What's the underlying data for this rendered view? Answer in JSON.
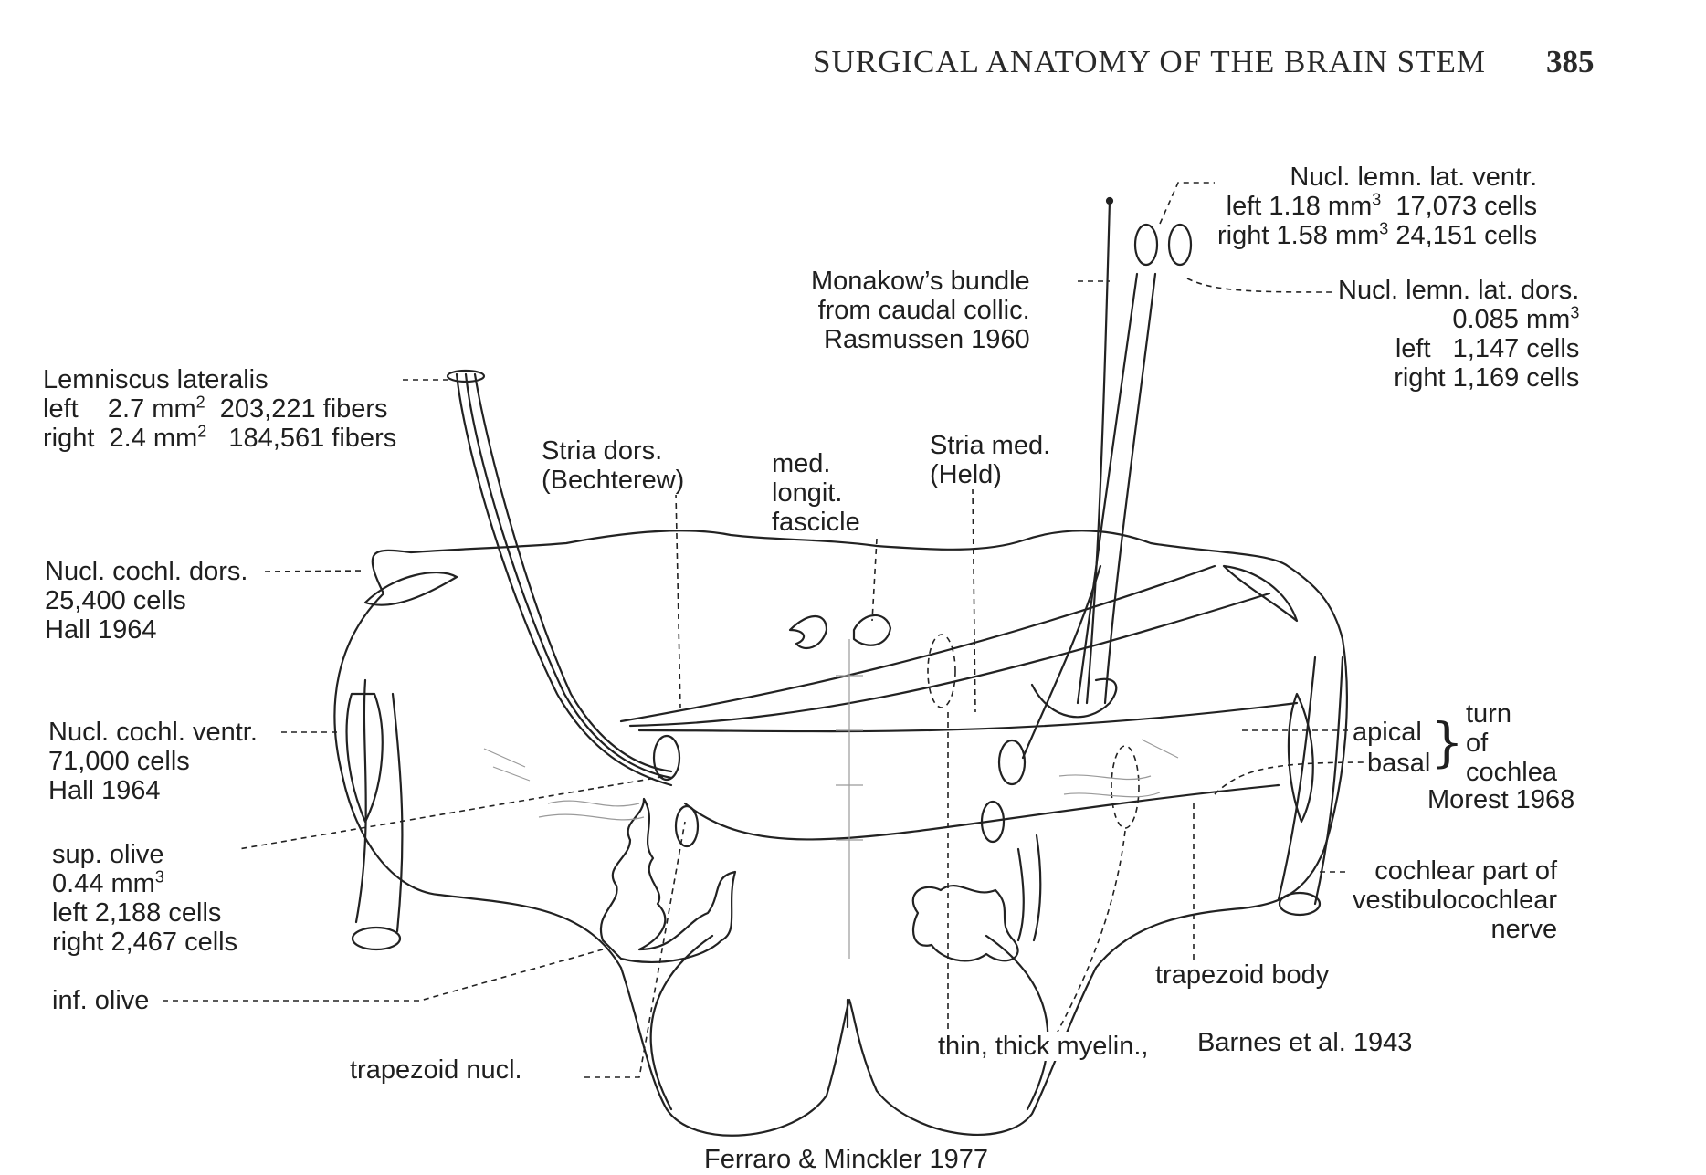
{
  "header": {
    "running_title": "SURGICAL ANATOMY OF THE BRAIN STEM",
    "page_number": "385"
  },
  "labels": {
    "nucl_lemn_lat_ventr": {
      "title": "Nucl. lemn. lat. ventr.",
      "left": "left  1.18 mm",
      "left_cells": "17,073 cells",
      "right": "right 1.58 mm",
      "right_cells": "24,151 cells",
      "exp": "3"
    },
    "monakow": {
      "line1": "Monakow’s bundle",
      "line2": "from caudal collic.",
      "line3": "Rasmussen 1960"
    },
    "nucl_lemn_lat_dors": {
      "title": "Nucl. lemn. lat. dors.",
      "volume": "0.085 mm",
      "exp": "3",
      "left": "left",
      "left_cells": "1,147 cells",
      "right": "right",
      "right_cells": "1,169 cells"
    },
    "lemniscus_lateralis": {
      "title": "Lemniscus lateralis",
      "left": "left",
      "left_area": "2.7 mm",
      "left_fibers": "203,221 fibers",
      "right": "right",
      "right_area": "2.4 mm",
      "right_fibers": "184,561 fibers",
      "exp": "2"
    },
    "stria_dors": {
      "line1": "Stria dors.",
      "line2": "(Bechterew)"
    },
    "med_long_fascicle": {
      "line1": "med.",
      "line2": "longit.",
      "line3": "fascicle"
    },
    "stria_med": {
      "line1": "Stria med.",
      "line2": "(Held)"
    },
    "nucl_cochl_dors": {
      "line1": "Nucl. cochl. dors.",
      "line2": "25,400 cells",
      "line3": "Hall 1964"
    },
    "nucl_cochl_ventr": {
      "line1": "Nucl. cochl. ventr.",
      "line2": "71,000 cells",
      "line3": "Hall 1964"
    },
    "sup_olive": {
      "line1": "sup. olive",
      "line2": "0.44 mm",
      "exp": "3",
      "line3": "left 2,188 cells",
      "line4": "right 2,467 cells"
    },
    "inf_olive": "inf. olive",
    "trapezoid_nucl": "trapezoid nucl.",
    "cochlea_turn": {
      "apical": "apical",
      "basal": "basal",
      "turn": "turn",
      "of": "of",
      "cochlea": "cochlea",
      "ref": "Morest 1968"
    },
    "cochlear_nerve": {
      "line1": "cochlear part of",
      "line2": "vestibulocochlear",
      "line3": "nerve"
    },
    "trapezoid_body": "trapezoid body",
    "myelin": "thin, thick myelin.,",
    "barnes": "Barnes et al. 1943",
    "credit": "Ferraro & Minckler 1977"
  }
}
